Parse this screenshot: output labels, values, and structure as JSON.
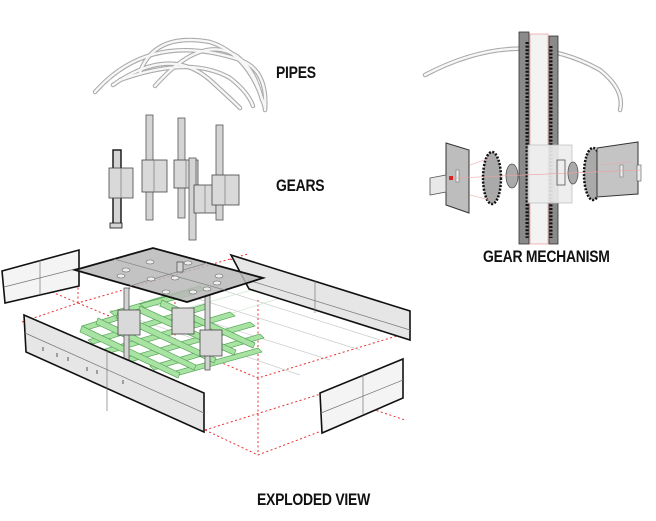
{
  "diagram": {
    "type": "exploded axonometric diagram",
    "labels": {
      "pipes": "PIPES",
      "gears": "GEARS",
      "gear_mechanism": "GEAR MECHANISM",
      "exploded_view": "EXPLODED VIEW"
    },
    "components": [
      {
        "id": "pipes",
        "description": "arched flexible pipes",
        "count": 5
      },
      {
        "id": "gears",
        "description": "vertical rack columns with gear boxes",
        "count": 5
      },
      {
        "id": "top-plate",
        "description": "translucent grey platform plate with holes"
      },
      {
        "id": "green-grid",
        "description": "green modular grid / bench structure"
      },
      {
        "id": "enclosure-walls",
        "description": "exploded perimeter wall panels",
        "count": 4
      },
      {
        "id": "gear-mechanism-detail",
        "description": "detail of rack rail with pinion gears and side plates"
      }
    ],
    "colors": {
      "guide_lines": "#e83030",
      "grid_members": "#a9e3a4",
      "panels": "#e6e6e6",
      "outlines": "#111111"
    }
  }
}
